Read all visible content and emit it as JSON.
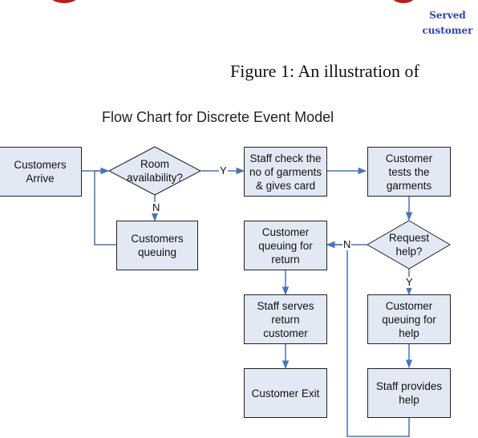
{
  "served_label": "Served\ncustomer",
  "figure_caption": "Figure 1: An illustration of",
  "title": "Flow Chart for Discrete Event Model",
  "nodes": {
    "customers_arrive": "Customers\nArrive",
    "room_availability": "Room\navailability?",
    "staff_check": "Staff check the\nno of garments\n& gives card",
    "customer_tests": "Customer\ntests the\ngarments",
    "customers_queuing": "Customers\nqueuing",
    "customer_queuing_return": "Customer\nqueuing for\nreturn",
    "request_help": "Request\nhelp?",
    "staff_serves_return": "Staff serves\nreturn\ncustomer",
    "customer_queuing_help": "Customer\nqueuing for\nhelp",
    "customer_exit": "Customer Exit",
    "staff_provides_help": "Staff provides\nhelp"
  },
  "edge_labels": {
    "room_yes": "Y",
    "room_no": "N",
    "help_no": "N",
    "help_yes": "Y"
  },
  "colors": {
    "box_fill": "#e3e9f4",
    "arrow": "#4a72b8",
    "decorative_red": "#b81c1c",
    "served_text": "#2e3fbf"
  }
}
